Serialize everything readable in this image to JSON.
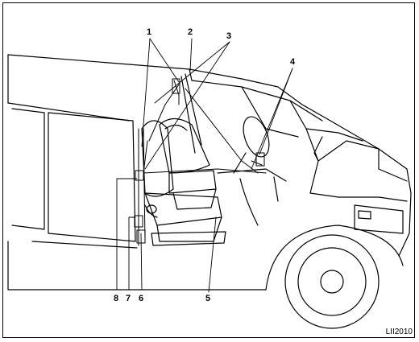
{
  "callouts": {
    "c1": "1",
    "c2": "2",
    "c3": "3",
    "c4": "4",
    "c5": "5",
    "c6": "6",
    "c7": "7",
    "c8": "8"
  },
  "figure_code": "LII2010"
}
